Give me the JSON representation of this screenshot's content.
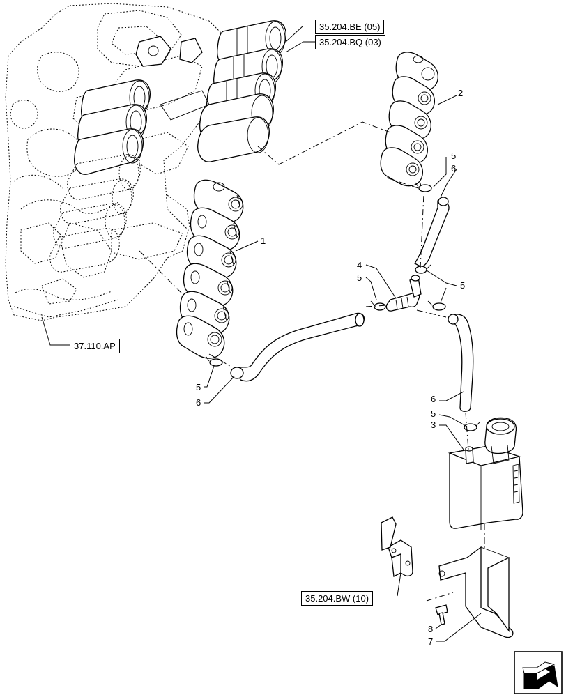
{
  "references": {
    "top_1": "35.204.BE (05)",
    "top_2": "35.204.BQ (03)",
    "left": "37.110.AP",
    "bottom": "35.204.BW (10)"
  },
  "callouts": {
    "n1": "1",
    "n2": "2",
    "n3": "3",
    "n4": "4",
    "n5a": "5",
    "n5b": "5",
    "n5c": "5",
    "n5d": "5",
    "n5e": "5",
    "n6a": "6",
    "n6b": "6",
    "n6c": "6",
    "n7": "7",
    "n8": "8"
  },
  "icons": {
    "nav": "arrow-next-page-icon"
  }
}
